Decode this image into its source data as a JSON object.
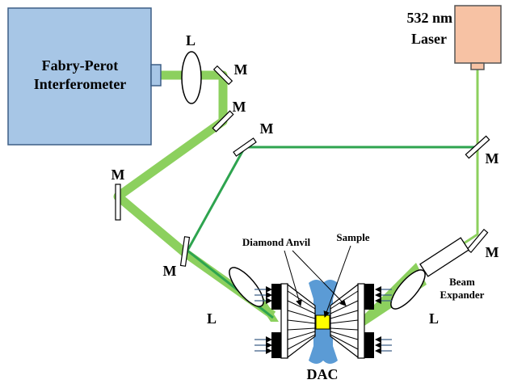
{
  "components": {
    "interferometer": {
      "line1": "Fabry-Perot",
      "line2": "Interferometer"
    },
    "laser": {
      "line1": "532 nm",
      "line2": "Laser"
    },
    "beam_expander": {
      "line1": "Beam",
      "line2": "Expander"
    },
    "dac": "DAC",
    "diamond_anvil": "Diamond Anvil",
    "sample": "Sample"
  },
  "mirror_label": "M",
  "lens_label": "L",
  "colors": {
    "interferometer_fill": "#a7c6e6",
    "laser_fill": "#f7c2a4",
    "beam": "#8cd05e",
    "beam_dark": "#2ea44f",
    "anvil_blue": "#5b9bd5",
    "sample_fill": "#ffff00"
  }
}
